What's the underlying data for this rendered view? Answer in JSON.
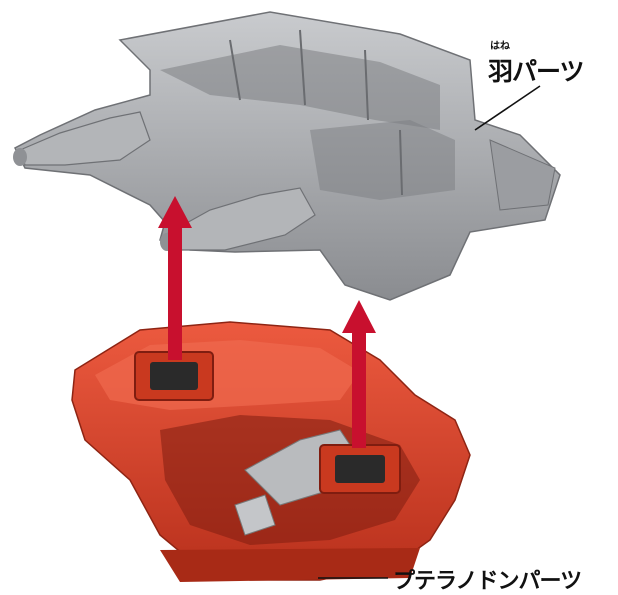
{
  "labels": {
    "wing_ruby": "はね",
    "wing": "羽パーツ",
    "pteranodon": "プテラノドンパーツ"
  },
  "colors": {
    "wing_part": "#a7a9ad",
    "pteranodon_part": "#d9442c",
    "arrow": "#c8102e"
  }
}
